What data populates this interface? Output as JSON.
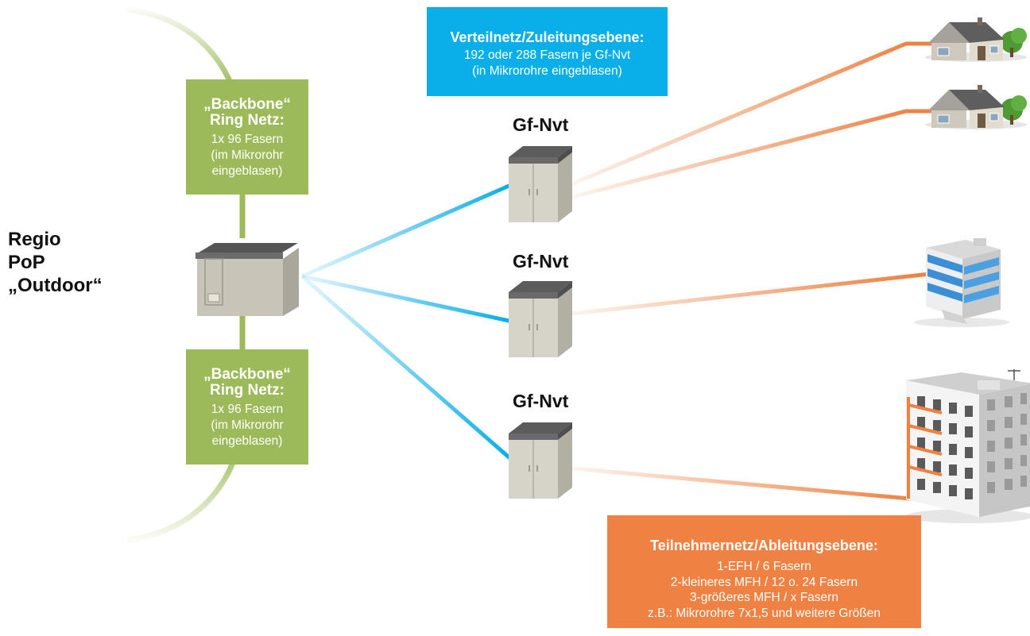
{
  "pop": {
    "lines": [
      "Regio",
      "PoP",
      "„Outdoor“"
    ]
  },
  "backbone_top": {
    "title_lines": [
      "„Backbone“",
      "Ring Netz:"
    ],
    "body_lines": [
      "1x 96 Fasern",
      "(im Mikrorohr",
      "eingeblasen)"
    ]
  },
  "backbone_bottom": {
    "title_lines": [
      "„Backbone“",
      "Ring Netz:"
    ],
    "body_lines": [
      "1x 96 Fasern",
      "(im Mikrorohr",
      "eingeblasen)"
    ]
  },
  "verteilnetz": {
    "title": "Verteilnetz/Zuleitungsebene:",
    "body_lines": [
      "192 oder 288 Fasern je Gf-Nvt",
      "(in Mikrorohre eingeblasen)"
    ]
  },
  "teilnehmernetz": {
    "title": "Teilnehmernetz/Ableitungsebene:",
    "body_lines": [
      "1-EFH / 6 Fasern",
      "2-kleineres MFH / 12 o. 24 Fasern",
      "3-größeres MFH / x Fasern",
      "z.B.: Mikrorohre 7x1,5 und weitere Größen"
    ]
  },
  "gf_nvt_labels": [
    "Gf-Nvt",
    "Gf-Nvt",
    "Gf-Nvt"
  ],
  "colors": {
    "backbone": "#9cba5a",
    "feeder": "#0aaee8",
    "drop": "#ef8142",
    "cabinet": "#d4d1c6",
    "cabinet_roof": "#606060"
  },
  "icons": [
    "outdoor-pop-shelter-icon",
    "street-cabinet-icon",
    "single-family-house-icon",
    "small-apartment-building-icon",
    "large-apartment-building-icon"
  ]
}
